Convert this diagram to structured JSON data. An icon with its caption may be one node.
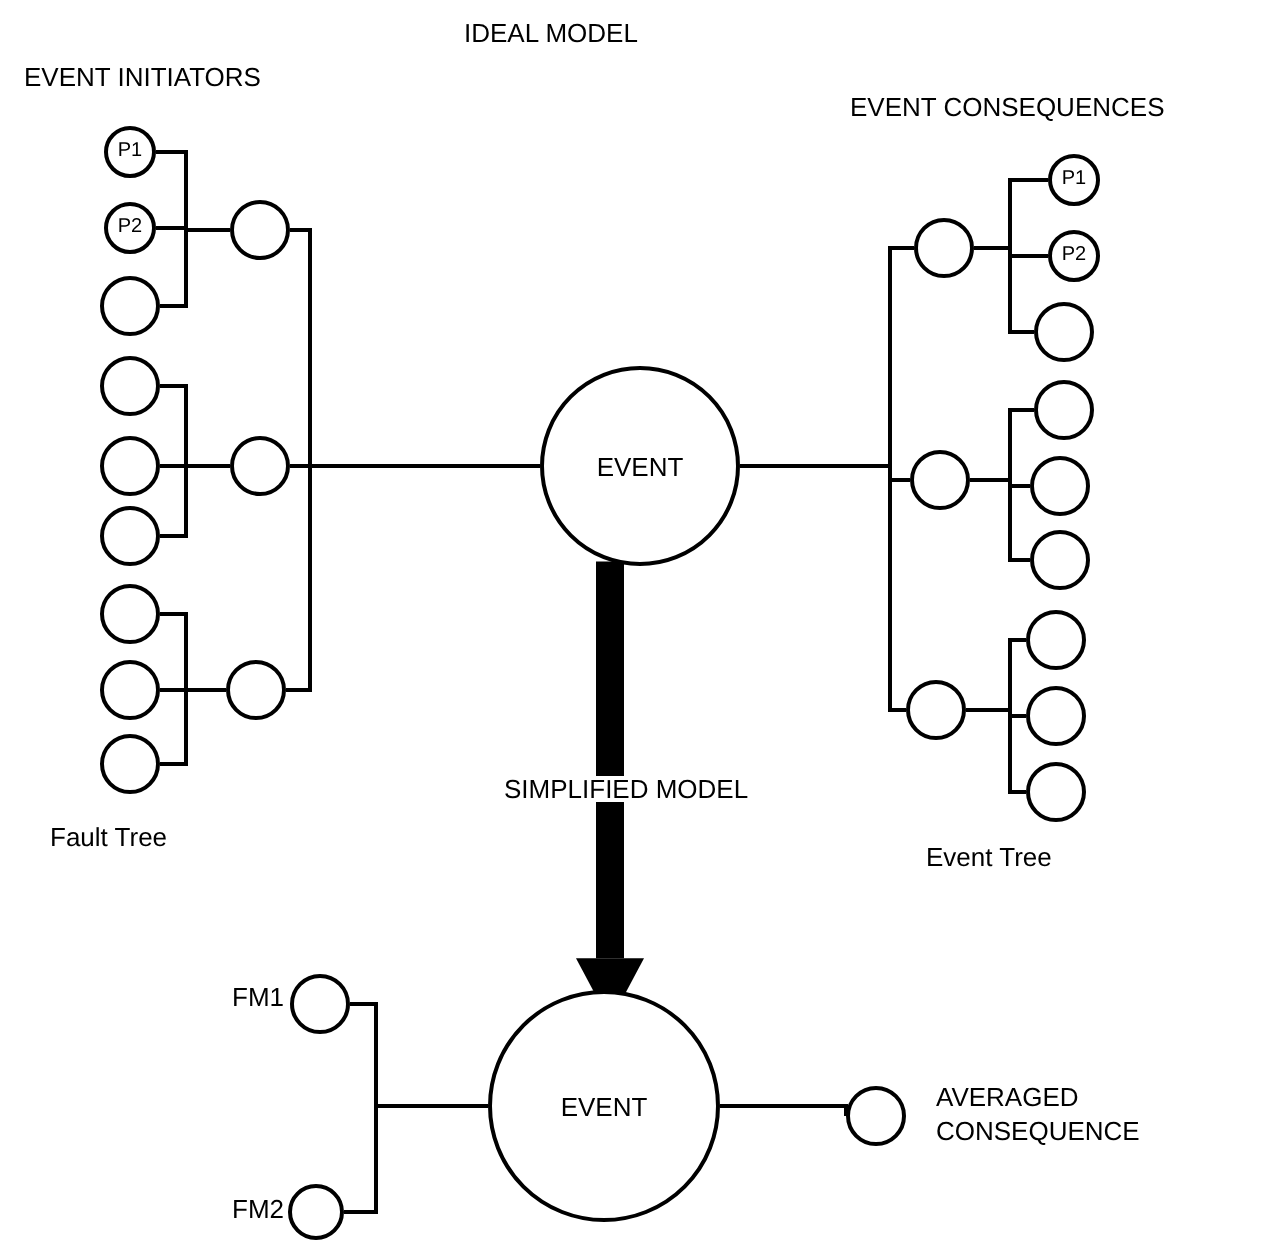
{
  "diagram": {
    "title": "IDEAL MODEL",
    "nodes": [
      {
        "text": [
          "P1"
        ]
      },
      {
        "text": [
          "P2"
        ]
      },
      {
        "text": [],
        "shape": "circle"
      },
      {
        "text": [],
        "shape": "circle"
      },
      {
        "text": [],
        "shape": "circle"
      },
      {
        "text": [],
        "shape": "circle"
      },
      {
        "text": [],
        "shape": "circle"
      },
      {
        "text": [],
        "shape": "circle"
      },
      {
        "text": [],
        "shape": "circle"
      },
      {
        "text": [],
        "shape": "circle"
      },
      {
        "text": [],
        "shape": "circle"
      },
      {
        "text": [],
        "shape": "circle"
      },
      {
        "text": [
          "EVENT"
        ]
      },
      {
        "text": [],
        "shape": "circle"
      },
      {
        "text": [],
        "shape": "circle"
      },
      {
        "text": [],
        "shape": "circle"
      },
      {
        "text": [
          "P1"
        ]
      },
      {
        "text": [
          "P2"
        ]
      },
      {
        "text": [],
        "shape": "circle"
      },
      {
        "text": [],
        "shape": "circle"
      },
      {
        "text": [],
        "shape": "circle"
      },
      {
        "text": [],
        "shape": "circle"
      },
      {
        "text": [],
        "shape": "circle"
      },
      {
        "text": [],
        "shape": "circle"
      },
      {
        "text": [],
        "shape": "circle"
      },
      {
        "text": [
          "EVENT"
        ]
      },
      {
        "text": [],
        "shape": "circle",
        "beside": [
          "FM1"
        ]
      },
      {
        "text": [],
        "shape": "circle",
        "beside": [
          "FM2"
        ]
      },
      {
        "text": [],
        "shape": "circle",
        "beside": [
          "AVERAGED CONSEQUENCE"
        ]
      }
    ],
    "edges": [
      {
        "from": 0,
        "to": 9,
        "arrow": "none"
      },
      {
        "from": 1,
        "to": 9,
        "arrow": "none"
      },
      {
        "from": 2,
        "to": 9,
        "arrow": "none"
      },
      {
        "from": 3,
        "to": 10,
        "arrow": "none"
      },
      {
        "from": 4,
        "to": 10,
        "arrow": "none"
      },
      {
        "from": 5,
        "to": 10,
        "arrow": "none"
      },
      {
        "from": 6,
        "to": 11,
        "arrow": "none"
      },
      {
        "from": 7,
        "to": 11,
        "arrow": "none"
      },
      {
        "from": 8,
        "to": 11,
        "arrow": "none"
      },
      {
        "from": 9,
        "to": 12,
        "arrow": "none"
      },
      {
        "from": 10,
        "to": 12,
        "arrow": "none"
      },
      {
        "from": 11,
        "to": 12,
        "arrow": "none"
      },
      {
        "from": 12,
        "to": 13,
        "arrow": "none"
      },
      {
        "from": 12,
        "to": 14,
        "arrow": "none"
      },
      {
        "from": 12,
        "to": 15,
        "arrow": "none"
      },
      {
        "from": 13,
        "to": 16,
        "arrow": "none"
      },
      {
        "from": 13,
        "to": 17,
        "arrow": "none"
      },
      {
        "from": 13,
        "to": 18,
        "arrow": "none"
      },
      {
        "from": 14,
        "to": 19,
        "arrow": "none"
      },
      {
        "from": 14,
        "to": 20,
        "arrow": "none"
      },
      {
        "from": 14,
        "to": 21,
        "arrow": "none"
      },
      {
        "from": 15,
        "to": 22,
        "arrow": "none"
      },
      {
        "from": 15,
        "to": 23,
        "arrow": "none"
      },
      {
        "from": 15,
        "to": 24,
        "arrow": "none"
      },
      {
        "from": 12,
        "to": 25,
        "arrow": "to",
        "label": "SIMPLIFIED MODEL",
        "style": "thick"
      },
      {
        "from": 26,
        "to": 25,
        "arrow": "none"
      },
      {
        "from": 27,
        "to": 25,
        "arrow": "none"
      },
      {
        "from": 25,
        "to": 28,
        "arrow": "none"
      }
    ],
    "labels": [
      "EVENT INITIATORS",
      "EVENT CONSEQUENCES",
      "Fault Tree",
      "Event Tree"
    ]
  }
}
